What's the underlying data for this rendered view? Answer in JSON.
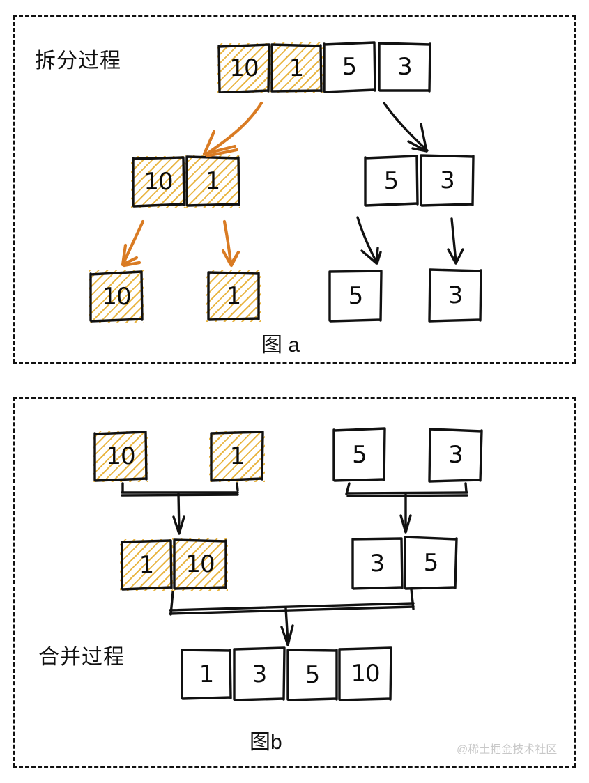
{
  "figure": {
    "title_a": "拆分过程",
    "title_b": "合并过程",
    "caption_a": "图 a",
    "caption_b": "图b",
    "watermark": "@稀土掘金技术社区",
    "colors": {
      "ink": "#111111",
      "highlight_hatch": "#E8B23A",
      "highlight_arrow": "#D97B23",
      "panel_border": "#111111",
      "watermark": "#c8c8c8"
    }
  },
  "panel_a": {
    "name": "拆分过程",
    "levels": [
      {
        "level": 0,
        "groups": [
          {
            "cells": [
              {
                "value": "10",
                "highlight": true
              },
              {
                "value": "1",
                "highlight": true
              },
              {
                "value": "5",
                "highlight": false
              },
              {
                "value": "3",
                "highlight": false
              }
            ]
          }
        ]
      },
      {
        "level": 1,
        "groups": [
          {
            "cells": [
              {
                "value": "10",
                "highlight": true
              },
              {
                "value": "1",
                "highlight": true
              }
            ]
          },
          {
            "cells": [
              {
                "value": "5",
                "highlight": false
              },
              {
                "value": "3",
                "highlight": false
              }
            ]
          }
        ]
      },
      {
        "level": 2,
        "groups": [
          {
            "cells": [
              {
                "value": "10",
                "highlight": true
              }
            ]
          },
          {
            "cells": [
              {
                "value": "1",
                "highlight": true
              }
            ]
          },
          {
            "cells": [
              {
                "value": "5",
                "highlight": false
              }
            ]
          },
          {
            "cells": [
              {
                "value": "3",
                "highlight": false
              }
            ]
          }
        ]
      }
    ]
  },
  "panel_b": {
    "name": "合并过程",
    "levels": [
      {
        "level": 0,
        "groups": [
          {
            "cells": [
              {
                "value": "10",
                "highlight": true
              }
            ]
          },
          {
            "cells": [
              {
                "value": "1",
                "highlight": true
              }
            ]
          },
          {
            "cells": [
              {
                "value": "5",
                "highlight": false
              }
            ]
          },
          {
            "cells": [
              {
                "value": "3",
                "highlight": false
              }
            ]
          }
        ]
      },
      {
        "level": 1,
        "groups": [
          {
            "cells": [
              {
                "value": "1",
                "highlight": true
              },
              {
                "value": "10",
                "highlight": true
              }
            ]
          },
          {
            "cells": [
              {
                "value": "3",
                "highlight": false
              },
              {
                "value": "5",
                "highlight": false
              }
            ]
          }
        ]
      },
      {
        "level": 2,
        "groups": [
          {
            "cells": [
              {
                "value": "1",
                "highlight": false
              },
              {
                "value": "3",
                "highlight": false
              },
              {
                "value": "5",
                "highlight": false
              },
              {
                "value": "10",
                "highlight": false
              }
            ]
          }
        ]
      }
    ]
  }
}
